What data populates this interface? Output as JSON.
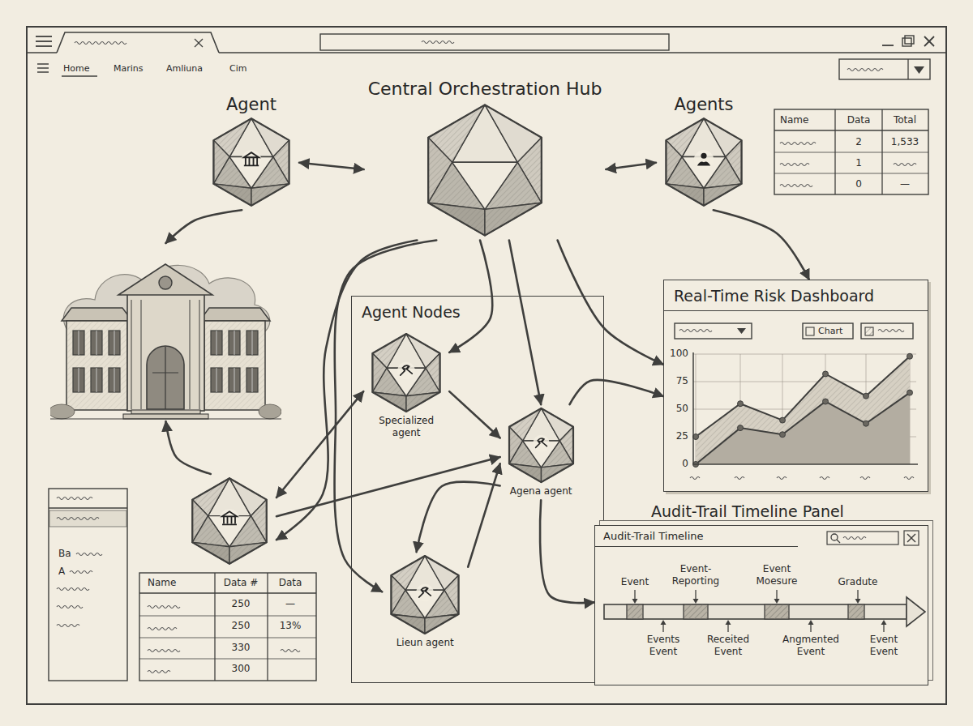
{
  "diagram": {
    "nodes": [
      {
        "text": [
          "Agent"
        ]
      },
      {
        "text": [
          "Central Orchestration Hub"
        ]
      },
      {
        "text": [
          "Agents"
        ]
      },
      {
        "text": []
      },
      {
        "text": [
          "Agent Nodes"
        ]
      },
      {
        "text": [
          "Specialized agent"
        ],
        "in": 4
      },
      {
        "text": [
          "Agena agent"
        ],
        "in": 4
      },
      {
        "text": [
          "Lieun agent"
        ],
        "in": 4
      },
      {
        "text": [
          "Real-Time Risk Dashboard"
        ]
      },
      {
        "text": []
      },
      {
        "text": [
          "Audit-Trail Timeline Panel",
          "Audit-Trail Timeline"
        ]
      }
    ],
    "edges": [
      {
        "from": 0,
        "to": 1,
        "arrow": "both"
      },
      {
        "from": 1,
        "to": 2,
        "arrow": "both"
      },
      {
        "from": 0,
        "to": 3,
        "arrow": "to"
      },
      {
        "from": 2,
        "to": 8,
        "arrow": "to"
      },
      {
        "from": 1,
        "to": 5,
        "arrow": "to"
      },
      {
        "from": 1,
        "to": 6,
        "arrow": "to"
      },
      {
        "from": 1,
        "to": 8,
        "arrow": "to"
      },
      {
        "from": 1,
        "to": 7,
        "arrow": "to"
      },
      {
        "from": 5,
        "to": 6,
        "arrow": "to"
      },
      {
        "from": 6,
        "to": 8,
        "arrow": "to"
      },
      {
        "from": 6,
        "to": 10,
        "arrow": "to"
      },
      {
        "from": 9,
        "to": 3,
        "arrow": "to"
      },
      {
        "from": 9,
        "to": 5,
        "arrow": "both"
      },
      {
        "from": 9,
        "to": 6,
        "arrow": "to"
      },
      {
        "from": 1,
        "to": 9,
        "arrow": "to"
      },
      {
        "from": 6,
        "to": 7,
        "arrow": "to"
      },
      {
        "from": 7,
        "to": 6,
        "arrow": "to"
      }
    ],
    "labels": [
      "Home",
      "Marins",
      "Amliuna",
      "Cim",
      "Name",
      "Data",
      "Total",
      "2",
      "1,533",
      "1",
      "0",
      "—",
      "Chart",
      "100",
      "75",
      "50",
      "25",
      "0",
      "Event",
      "Event- Reporting",
      "Event Moesure",
      "Gradute",
      "Events Event",
      "Receited Event",
      "Angmented Event",
      "Event Event",
      "Ba",
      "A",
      "Name",
      "Data #",
      "Data",
      "250",
      "—",
      "250",
      "13%",
      "330",
      "300"
    ]
  }
}
